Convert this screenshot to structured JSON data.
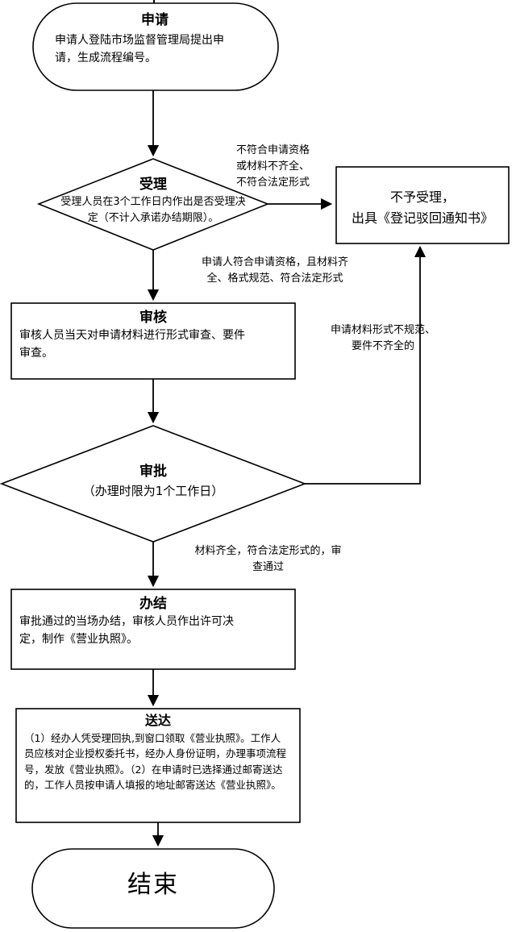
{
  "flowchart": {
    "nodes": {
      "apply": {
        "title": "申请",
        "body": "申请人登陆市场监督管理局提出申请，生成流程编号。"
      },
      "accept": {
        "title": "受理",
        "body": "受理人员在3个工作日内作出是否受理决定（不计入承诺办结期限）。"
      },
      "reject": {
        "body": "不予受理，\n出具《登记驳回通知书》"
      },
      "review": {
        "title": "审核",
        "body": "审核人员当天对申请材料进行形式审查、要件审查。"
      },
      "approve": {
        "title": "审批",
        "subtitle": "（办理时限为1个工作日）"
      },
      "complete": {
        "title": "办结",
        "body": "审批通过的当场办结，审核人员作出许可决定，制作《营业执照》。"
      },
      "deliver": {
        "title": "送达",
        "body": "（1）经办人凭受理回执,到窗口领取《营业执照》。工作人员应核对企业授权委托书，经办人身份证明，办理事项流程号，发放《营业执照》。（2）在申请时已选择通过邮寄送达的，工作人员按申请人填报的地址邮寄送达《营业执照》。"
      },
      "end": {
        "title": "结束"
      }
    },
    "labels": {
      "reject_reason": "不符合申请资格\n或材料不齐全、\n不符合法定形式",
      "accept_pass": "申请人符合申请资格，且材料齐\n全、格式规范、符合法定形式",
      "approve_fail": "申请材料形式不规范、\n要件不齐全的",
      "approve_pass": "材料齐全，符合法定形式的，审\n查通过"
    },
    "colors": {
      "stroke": "#000000",
      "fill": "#ffffff"
    }
  }
}
